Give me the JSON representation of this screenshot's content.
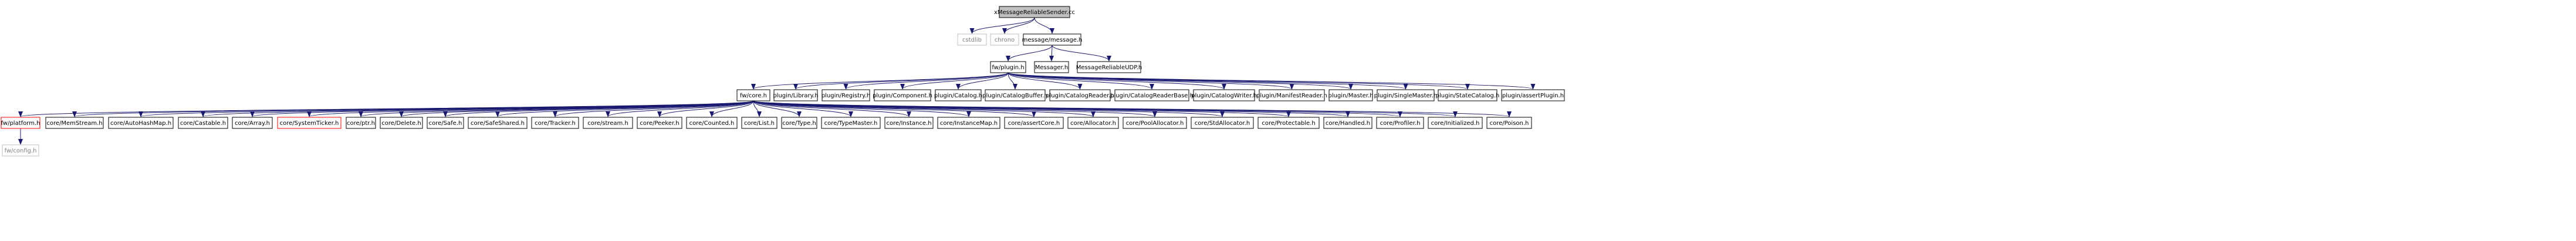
{
  "root": "xMessageReliableSender.cc",
  "nodes": [
    {
      "id": "root",
      "label": "xMessageReliableSender.cc",
      "style": "root"
    },
    {
      "id": "cstdlib",
      "label": "cstdlib",
      "style": "external"
    },
    {
      "id": "chrono",
      "label": "chrono",
      "style": "external"
    },
    {
      "id": "message",
      "label": "message/message.h",
      "style": "normal"
    },
    {
      "id": "plugin",
      "label": "fw/plugin.h",
      "style": "normal"
    },
    {
      "id": "messager",
      "label": "Messager.h",
      "style": "normal"
    },
    {
      "id": "reliableudp",
      "label": "MessageReliableUDP.h",
      "style": "normal"
    },
    {
      "id": "core",
      "label": "fw/core.h",
      "style": "normal"
    },
    {
      "id": "p_library",
      "label": "plugin/Library.h",
      "style": "normal"
    },
    {
      "id": "p_registry",
      "label": "plugin/Registry.h",
      "style": "normal"
    },
    {
      "id": "p_component",
      "label": "plugin/Component.h",
      "style": "normal"
    },
    {
      "id": "p_catalog",
      "label": "plugin/Catalog.h",
      "style": "normal"
    },
    {
      "id": "p_catalogbuffer",
      "label": "plugin/CatalogBuffer.h",
      "style": "normal"
    },
    {
      "id": "p_catalogreader",
      "label": "plugin/CatalogReader.h",
      "style": "normal"
    },
    {
      "id": "p_catalogreaderbase",
      "label": "plugin/CatalogReaderBase.h",
      "style": "normal"
    },
    {
      "id": "p_catalogwriter",
      "label": "plugin/CatalogWriter.h",
      "style": "normal"
    },
    {
      "id": "p_manifestreader",
      "label": "plugin/ManifestReader.h",
      "style": "normal"
    },
    {
      "id": "p_master",
      "label": "plugin/Master.h",
      "style": "normal"
    },
    {
      "id": "p_singlemaster",
      "label": "plugin/SingleMaster.h",
      "style": "normal"
    },
    {
      "id": "p_statecatalog",
      "label": "plugin/StateCatalog.h",
      "style": "normal"
    },
    {
      "id": "p_assertplugin",
      "label": "plugin/assertPlugin.h",
      "style": "normal"
    },
    {
      "id": "platform",
      "label": "fw/platform.h",
      "style": "incomplete"
    },
    {
      "id": "c_memstream",
      "label": "core/MemStream.h",
      "style": "normal"
    },
    {
      "id": "c_autohashmap",
      "label": "core/AutoHashMap.h",
      "style": "normal"
    },
    {
      "id": "c_castable",
      "label": "core/Castable.h",
      "style": "normal"
    },
    {
      "id": "c_array",
      "label": "core/Array.h",
      "style": "normal"
    },
    {
      "id": "c_systemticker",
      "label": "core/SystemTicker.h",
      "style": "incomplete"
    },
    {
      "id": "c_ptr",
      "label": "core/ptr.h",
      "style": "normal"
    },
    {
      "id": "c_delete",
      "label": "core/Delete.h",
      "style": "normal"
    },
    {
      "id": "c_safe",
      "label": "core/Safe.h",
      "style": "normal"
    },
    {
      "id": "c_safeshared",
      "label": "core/SafeShared.h",
      "style": "normal"
    },
    {
      "id": "c_tracker",
      "label": "core/Tracker.h",
      "style": "normal"
    },
    {
      "id": "c_stream",
      "label": "core/stream.h",
      "style": "normal"
    },
    {
      "id": "c_peeker",
      "label": "core/Peeker.h",
      "style": "normal"
    },
    {
      "id": "c_counted",
      "label": "core/Counted.h",
      "style": "normal"
    },
    {
      "id": "c_list",
      "label": "core/List.h",
      "style": "normal"
    },
    {
      "id": "c_type",
      "label": "core/Type.h",
      "style": "normal"
    },
    {
      "id": "c_typemaster",
      "label": "core/TypeMaster.h",
      "style": "normal"
    },
    {
      "id": "c_instance",
      "label": "core/Instance.h",
      "style": "normal"
    },
    {
      "id": "c_instancemap",
      "label": "core/InstanceMap.h",
      "style": "normal"
    },
    {
      "id": "c_assertcore",
      "label": "core/assertCore.h",
      "style": "normal"
    },
    {
      "id": "c_allocator",
      "label": "core/Allocator.h",
      "style": "normal"
    },
    {
      "id": "c_poolallocator",
      "label": "core/PoolAllocator.h",
      "style": "normal"
    },
    {
      "id": "c_stdallocator",
      "label": "core/StdAllocator.h",
      "style": "normal"
    },
    {
      "id": "c_protectable",
      "label": "core/Protectable.h",
      "style": "normal"
    },
    {
      "id": "c_handled",
      "label": "core/Handled.h",
      "style": "normal"
    },
    {
      "id": "c_profiler",
      "label": "core/Profiler.h",
      "style": "normal"
    },
    {
      "id": "c_initialized",
      "label": "core/Initialized.h",
      "style": "normal"
    },
    {
      "id": "c_poison",
      "label": "core/Poison.h",
      "style": "normal"
    },
    {
      "id": "config",
      "label": "fw/config.h",
      "style": "external"
    }
  ],
  "edges": [
    [
      "root",
      "cstdlib"
    ],
    [
      "root",
      "chrono"
    ],
    [
      "root",
      "message"
    ],
    [
      "message",
      "plugin"
    ],
    [
      "message",
      "messager"
    ],
    [
      "message",
      "reliableudp"
    ],
    [
      "plugin",
      "core"
    ],
    [
      "plugin",
      "p_library"
    ],
    [
      "plugin",
      "p_registry"
    ],
    [
      "plugin",
      "p_component"
    ],
    [
      "plugin",
      "p_catalog"
    ],
    [
      "plugin",
      "p_catalogbuffer"
    ],
    [
      "plugin",
      "p_catalogreader"
    ],
    [
      "plugin",
      "p_catalogreaderbase"
    ],
    [
      "plugin",
      "p_catalogwriter"
    ],
    [
      "plugin",
      "p_manifestreader"
    ],
    [
      "plugin",
      "p_master"
    ],
    [
      "plugin",
      "p_singlemaster"
    ],
    [
      "plugin",
      "p_statecatalog"
    ],
    [
      "plugin",
      "p_assertplugin"
    ],
    [
      "core",
      "platform"
    ],
    [
      "core",
      "c_memstream"
    ],
    [
      "core",
      "c_autohashmap"
    ],
    [
      "core",
      "c_castable"
    ],
    [
      "core",
      "c_array"
    ],
    [
      "core",
      "c_systemticker"
    ],
    [
      "core",
      "c_ptr"
    ],
    [
      "core",
      "c_delete"
    ],
    [
      "core",
      "c_safe"
    ],
    [
      "core",
      "c_safeshared"
    ],
    [
      "core",
      "c_tracker"
    ],
    [
      "core",
      "c_stream"
    ],
    [
      "core",
      "c_peeker"
    ],
    [
      "core",
      "c_counted"
    ],
    [
      "core",
      "c_list"
    ],
    [
      "core",
      "c_type"
    ],
    [
      "core",
      "c_typemaster"
    ],
    [
      "core",
      "c_instance"
    ],
    [
      "core",
      "c_instancemap"
    ],
    [
      "core",
      "c_assertcore"
    ],
    [
      "core",
      "c_allocator"
    ],
    [
      "core",
      "c_poolallocator"
    ],
    [
      "core",
      "c_stdallocator"
    ],
    [
      "core",
      "c_protectable"
    ],
    [
      "core",
      "c_handled"
    ],
    [
      "core",
      "c_profiler"
    ],
    [
      "core",
      "c_initialized"
    ],
    [
      "core",
      "c_poison"
    ],
    [
      "platform",
      "config"
    ]
  ]
}
